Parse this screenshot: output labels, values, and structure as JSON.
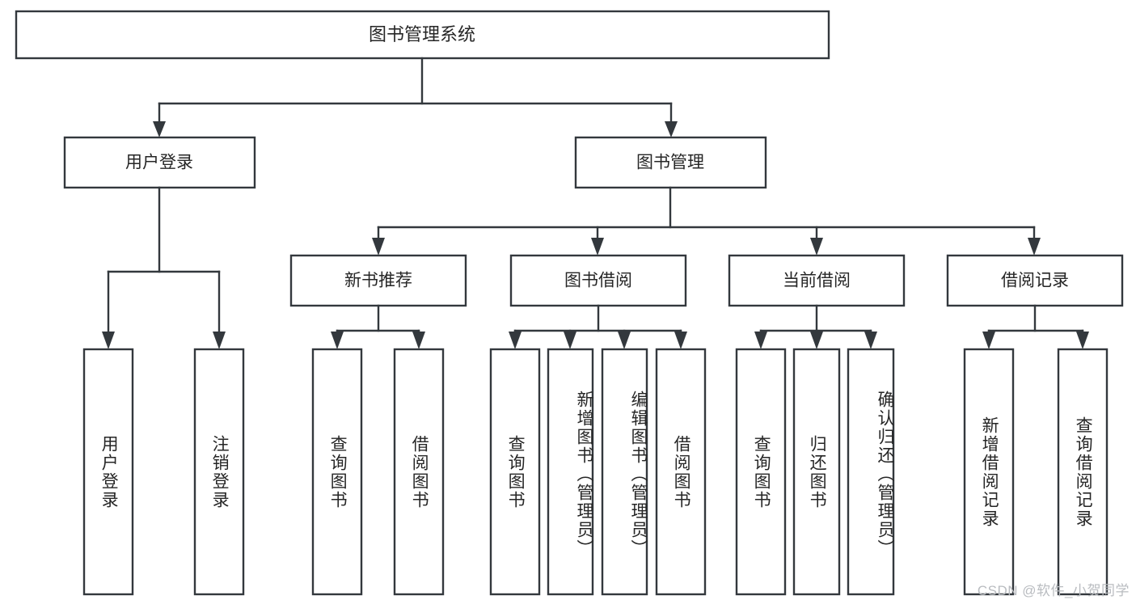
{
  "diagram": {
    "type": "tree",
    "title": "图书管理系统",
    "watermark": "CSDN @软件_小贺同学",
    "root": {
      "id": "root",
      "label": "图书管理系统",
      "orientation": "horizontal"
    },
    "level2": [
      {
        "id": "user-login",
        "label": "用户登录",
        "orientation": "horizontal"
      },
      {
        "id": "book-manage",
        "label": "图书管理",
        "orientation": "horizontal"
      }
    ],
    "level3": [
      {
        "id": "new-book-recommend",
        "label": "新书推荐",
        "parent": "book-manage",
        "orientation": "horizontal"
      },
      {
        "id": "book-borrow",
        "label": "图书借阅",
        "parent": "book-manage",
        "orientation": "horizontal"
      },
      {
        "id": "current-borrow",
        "label": "当前借阅",
        "parent": "book-manage",
        "orientation": "horizontal"
      },
      {
        "id": "borrow-record",
        "label": "借阅记录",
        "parent": "book-manage",
        "orientation": "horizontal"
      }
    ],
    "leaves": [
      {
        "id": "leaf-user-login",
        "label": "用户登录",
        "parent": "user-login",
        "orientation": "vertical"
      },
      {
        "id": "leaf-logout-login",
        "label": "注销登录",
        "parent": "user-login",
        "orientation": "vertical"
      },
      {
        "id": "leaf-query-book-1",
        "label": "查询图书",
        "parent": "new-book-recommend",
        "orientation": "vertical"
      },
      {
        "id": "leaf-borrow-book-1",
        "label": "借阅图书",
        "parent": "new-book-recommend",
        "orientation": "vertical"
      },
      {
        "id": "leaf-query-book-2",
        "label": "查询图书",
        "parent": "book-borrow",
        "orientation": "vertical"
      },
      {
        "id": "leaf-add-book",
        "label": "新增图书（管理员）",
        "parent": "book-borrow",
        "orientation": "vertical"
      },
      {
        "id": "leaf-edit-book",
        "label": "编辑图书（管理员）",
        "parent": "book-borrow",
        "orientation": "vertical"
      },
      {
        "id": "leaf-borrow-book-2",
        "label": "借阅图书",
        "parent": "book-borrow",
        "orientation": "vertical"
      },
      {
        "id": "leaf-query-book-3",
        "label": "查询图书",
        "parent": "current-borrow",
        "orientation": "vertical"
      },
      {
        "id": "leaf-return-book",
        "label": "归还图书",
        "parent": "current-borrow",
        "orientation": "vertical"
      },
      {
        "id": "leaf-confirm-return",
        "label": "确认归还（管理员）",
        "parent": "current-borrow",
        "orientation": "vertical"
      },
      {
        "id": "leaf-add-record",
        "label": "新增借阅记录",
        "parent": "borrow-record",
        "orientation": "vertical"
      },
      {
        "id": "leaf-query-record",
        "label": "查询借阅记录",
        "parent": "borrow-record",
        "orientation": "vertical"
      }
    ],
    "colors": {
      "stroke": "#33383d",
      "fill": "#ffffff",
      "text": "#262626",
      "watermark": "#b9bcc0"
    }
  }
}
